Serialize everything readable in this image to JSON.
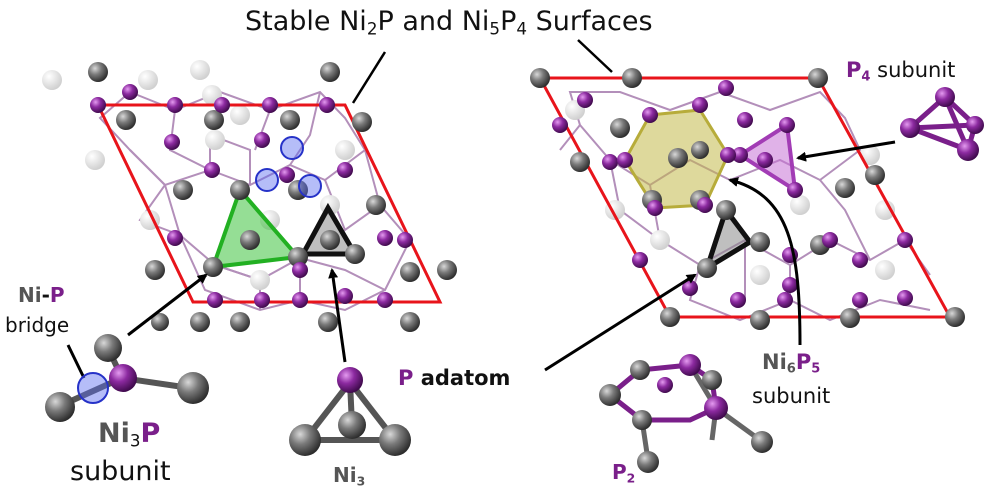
{
  "title": {
    "prefix": "Stable Ni",
    "sub1": "2",
    "mid": "P and Ni",
    "sub2": "5",
    "mid2": "P",
    "sub3": "4",
    "suffix": " Surfaces"
  },
  "labels": {
    "ni_p_bridge": {
      "ni": "Ni",
      "dash": "-",
      "p": "P",
      "line2": "bridge"
    },
    "ni3p_subunit": {
      "ni": "Ni",
      "sub": "3",
      "p": "P",
      "line2": "subunit"
    },
    "ni3": {
      "text": "Ni",
      "sub": "3"
    },
    "p_adatom": {
      "p": "P",
      "rest": " adatom"
    },
    "ni6p5_subunit": {
      "ni": "Ni",
      "sub1": "6",
      "p": "P",
      "sub2": "5",
      "line2": "subunit"
    },
    "p4_subunit": {
      "p": "P",
      "sub": "4",
      "rest": " subunit"
    },
    "p2": {
      "p": "P",
      "sub": "2"
    }
  },
  "colors": {
    "ni_atom": "#6e6e6e",
    "ni_faded": "#d9d9d9",
    "p_atom": "#7a1f8a",
    "cell_outline": "#e8141b",
    "ni3p_triangle": "#22b022",
    "ni3_triangle": "#555555",
    "ni6p5_hexagon": "#b7ac3a",
    "p4_triangle": "#a23cb5",
    "bridge_circle": "#3a47d8",
    "bond": "#9a6aa3"
  }
}
